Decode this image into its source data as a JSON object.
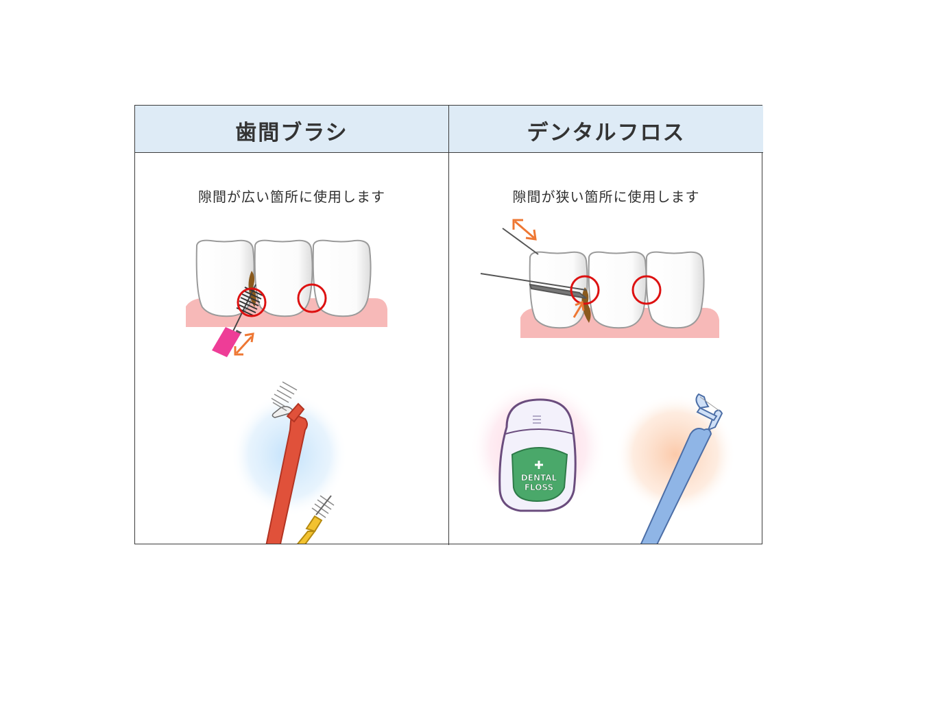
{
  "columns": [
    {
      "header": "歯間ブラシ",
      "caption": "隙間が広い箇所に使用します"
    },
    {
      "header": "デンタルフロス",
      "caption": "隙間が狭い箇所に使用します"
    }
  ],
  "floss_label": {
    "line1": "DENTAL",
    "line2": "FLOSS"
  },
  "colors": {
    "header_bg": "#deebf6",
    "gum": "#f7b9b8",
    "marker_circle": "#dd1111",
    "arrow": "#ee7733",
    "brush_handle_pink": "#ee3d97",
    "brush_red": "#e0513a",
    "brush_yellow": "#f2c230",
    "floss_green": "#4aa86a",
    "flosser_blue": "#8fb5e6"
  },
  "icons": [
    "tooth-icon",
    "interdental-brush-icon",
    "dental-floss-case-icon",
    "floss-pick-icon",
    "double-arrow-icon"
  ]
}
